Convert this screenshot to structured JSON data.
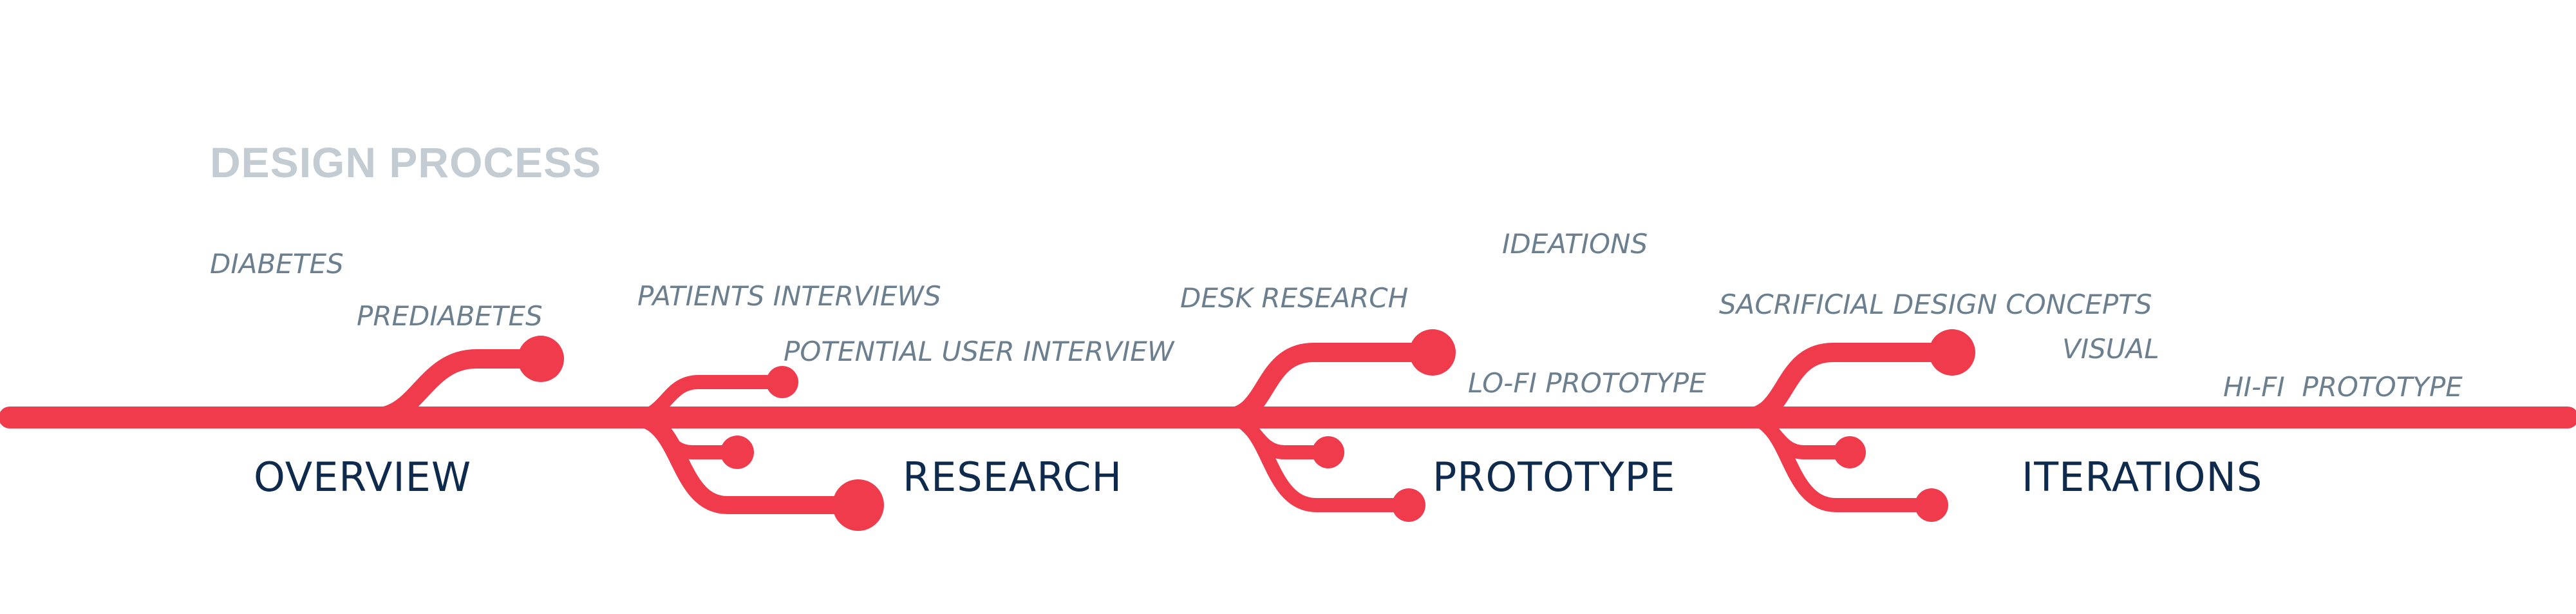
{
  "title": "DESIGN PROCESS",
  "phases": [
    {
      "label": "OVERVIEW"
    },
    {
      "label": "RESEARCH"
    },
    {
      "label": "PROTOTYPE"
    },
    {
      "label": "ITERATIONS"
    }
  ],
  "labels": [
    {
      "text": "DIABETES"
    },
    {
      "text": "PREDIABETES"
    },
    {
      "text": "PATIENTS INTERVIEWS"
    },
    {
      "text": "POTENTIAL USER INTERVIEW"
    },
    {
      "text": "DESK RESEARCH"
    },
    {
      "text": "IDEATIONS"
    },
    {
      "text": "LO-FI PROTOTYPE"
    },
    {
      "text": "SACRIFICIAL DESIGN CONCEPTS"
    },
    {
      "text": "VISUAL"
    },
    {
      "text": "HI-FI  PROTOTYPE"
    }
  ],
  "colors": {
    "line": "#ef3b4c",
    "title": "#c2ccd2",
    "label": "#6c7f8f",
    "phase": "#0e2a4c"
  }
}
